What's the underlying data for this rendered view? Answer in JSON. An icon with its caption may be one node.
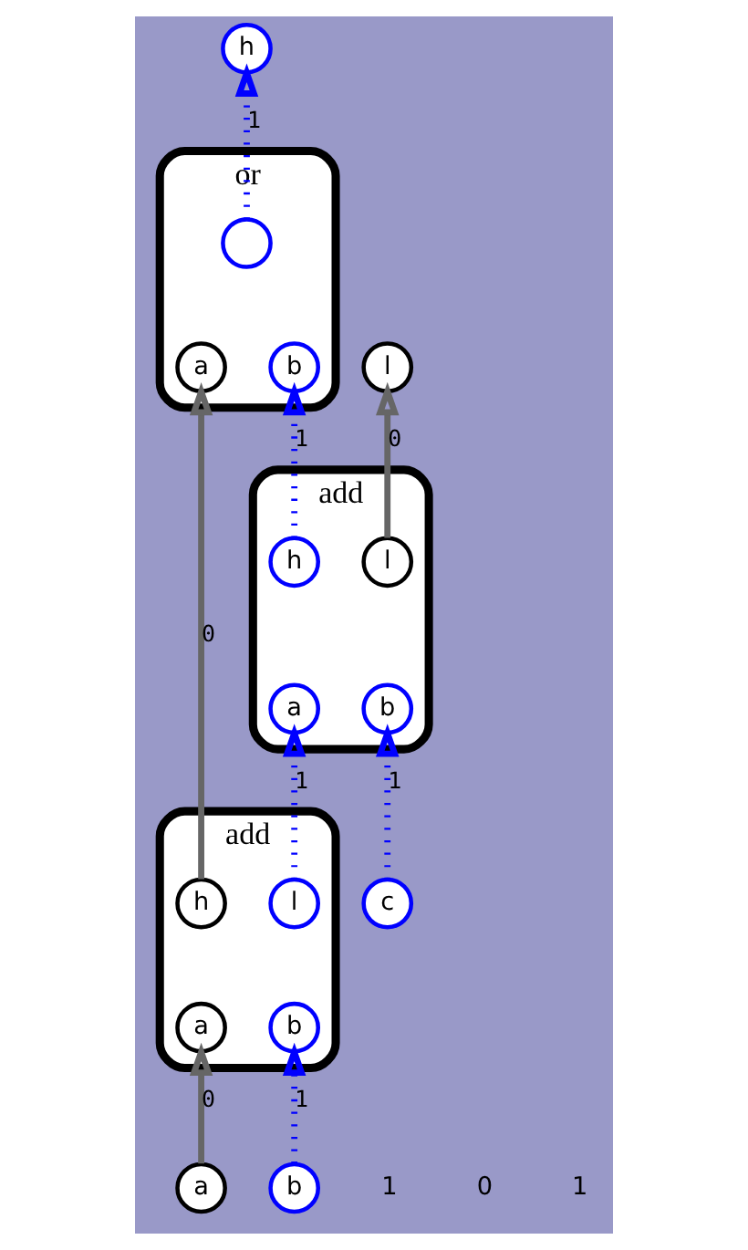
{
  "diagram": {
    "nodes": [
      {
        "text": [
          "h"
        ]
      },
      {
        "text": [
          "l"
        ]
      },
      {
        "text": [
          "or"
        ]
      },
      {
        "text": [],
        "shape": "circle",
        "in": 2
      },
      {
        "text": [
          "a"
        ],
        "in": 2
      },
      {
        "text": [
          "b"
        ],
        "in": 2
      },
      {
        "text": [
          "add"
        ]
      },
      {
        "text": [
          "h"
        ],
        "in": 6
      },
      {
        "text": [
          "l"
        ],
        "in": 6
      },
      {
        "text": [
          "a"
        ],
        "in": 6
      },
      {
        "text": [
          "b"
        ],
        "in": 6
      },
      {
        "text": [
          "add"
        ]
      },
      {
        "text": [
          "h"
        ],
        "in": 11
      },
      {
        "text": [
          "l"
        ],
        "in": 11
      },
      {
        "text": [
          "a"
        ],
        "in": 11
      },
      {
        "text": [
          "b"
        ],
        "in": 11
      },
      {
        "text": [
          "a"
        ]
      },
      {
        "text": [
          "b"
        ]
      },
      {
        "text": [
          "c"
        ]
      }
    ],
    "edges": [
      {
        "from": 3,
        "to": 0,
        "arrow": "to",
        "label": "1",
        "style": "dashed"
      },
      {
        "from": 7,
        "to": 5,
        "arrow": "to",
        "label": "1",
        "style": "dashed"
      },
      {
        "from": 8,
        "to": 1,
        "arrow": "to",
        "label": "0",
        "color": "#666666"
      },
      {
        "from": 12,
        "to": 4,
        "arrow": "to",
        "label": "0",
        "color": "#666666"
      },
      {
        "from": 13,
        "to": 9,
        "arrow": "to",
        "label": "1",
        "style": "dashed"
      },
      {
        "from": 18,
        "to": 10,
        "arrow": "to",
        "label": "1",
        "style": "dashed"
      },
      {
        "from": 16,
        "to": 14,
        "arrow": "to",
        "label": "0",
        "color": "#666666"
      },
      {
        "from": 17,
        "to": 15,
        "arrow": "to",
        "label": "1",
        "style": "dashed"
      }
    ],
    "labels": [
      "1",
      "0",
      "1"
    ]
  }
}
